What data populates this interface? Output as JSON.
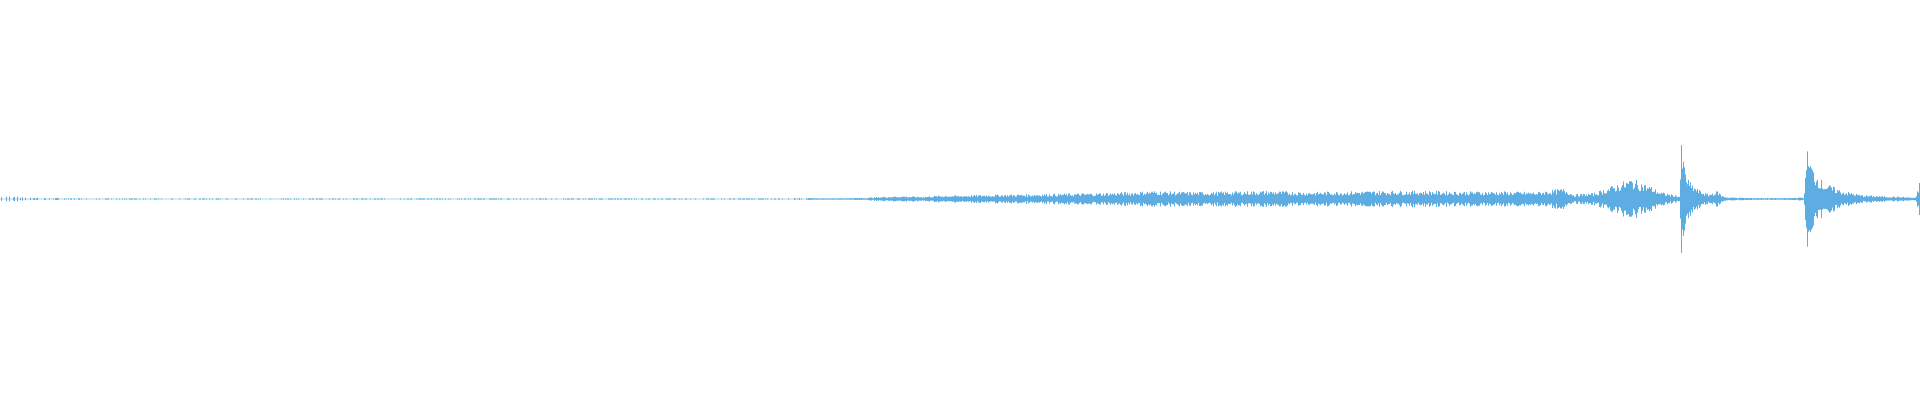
{
  "colors": {
    "background": "#ffffff",
    "waveform": "#5dade2"
  },
  "chart_data": {
    "type": "area",
    "description_type": "audio-waveform",
    "x": [
      0,
      0.01,
      0.02,
      0.035,
      0.05,
      0.08,
      0.12,
      0.16,
      0.2,
      0.24,
      0.28,
      0.32,
      0.36,
      0.38,
      0.4,
      0.415,
      0.43,
      0.45,
      0.46,
      0.47,
      0.48,
      0.49,
      0.5,
      0.51,
      0.53,
      0.55,
      0.57,
      0.59,
      0.6,
      0.62,
      0.64,
      0.66,
      0.68,
      0.7,
      0.72,
      0.74,
      0.76,
      0.78,
      0.8,
      0.815,
      0.82,
      0.83,
      0.85,
      0.86,
      0.865,
      0.875,
      0.876,
      0.877,
      0.878,
      0.88,
      0.885,
      0.89,
      0.895,
      0.897,
      0.9,
      0.91,
      0.93,
      0.94,
      0.941,
      0.942,
      0.945,
      0.95,
      0.96,
      0.97,
      0.98,
      0.99,
      0.995,
      0.998,
      1.0
    ],
    "amplitude": [
      0.06,
      0.04,
      0.02,
      0.015,
      0.01,
      0.01,
      0.01,
      0.008,
      0.005,
      0.006,
      0.006,
      0.006,
      0.004,
      0.005,
      0.003,
      0.02,
      0.01,
      0.02,
      0.04,
      0.05,
      0.04,
      0.06,
      0.06,
      0.07,
      0.08,
      0.09,
      0.1,
      0.12,
      0.14,
      0.12,
      0.13,
      0.14,
      0.12,
      0.13,
      0.14,
      0.14,
      0.13,
      0.13,
      0.12,
      0.18,
      0.08,
      0.1,
      0.35,
      0.22,
      0.12,
      0.05,
      0.92,
      0.7,
      0.5,
      0.3,
      0.16,
      0.08,
      0.14,
      0.06,
      0.03,
      0.02,
      0.015,
      0.03,
      0.96,
      0.75,
      0.5,
      0.28,
      0.14,
      0.07,
      0.05,
      0.04,
      0.03,
      0.02,
      0.28
    ],
    "ylim": [
      -1,
      1
    ],
    "grid": false
  }
}
